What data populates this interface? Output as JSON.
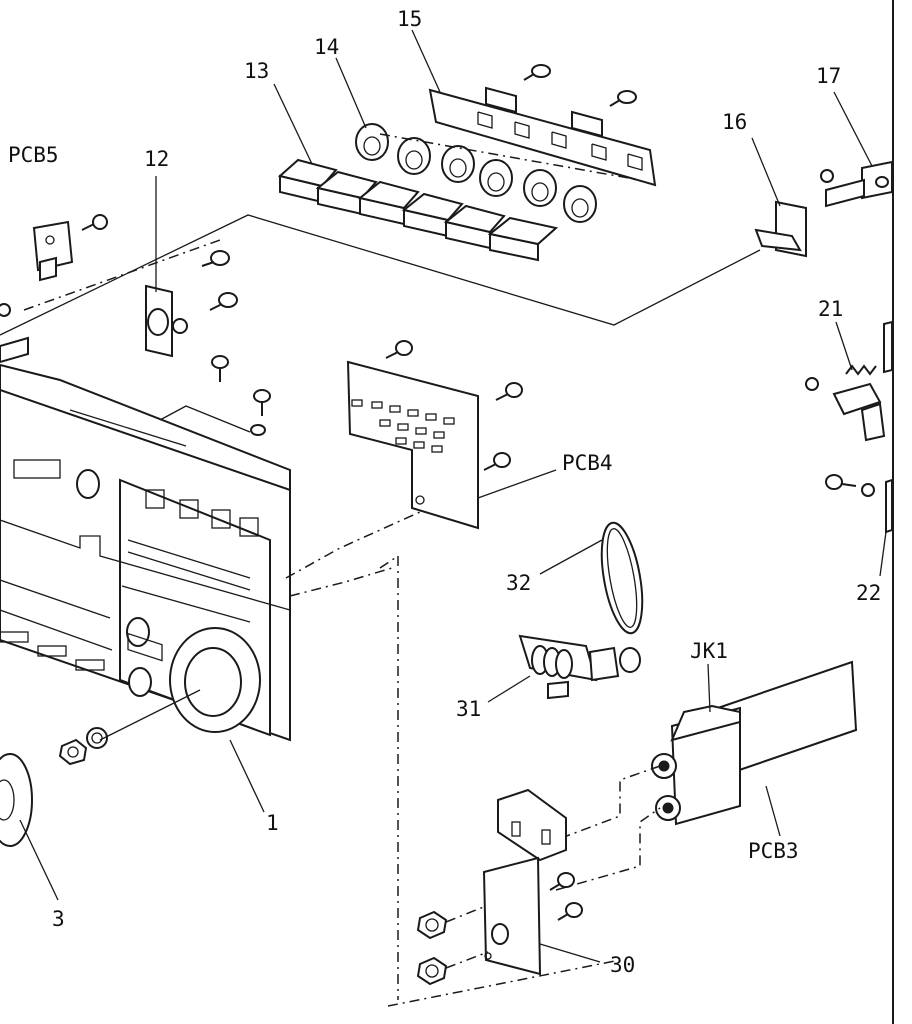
{
  "labels": {
    "l1": "1",
    "l3": "3",
    "l12": "12",
    "l13": "13",
    "l14": "14",
    "l15": "15",
    "l16": "16",
    "l17": "17",
    "l21": "21",
    "l22": "22",
    "l30": "30",
    "l31": "31",
    "l32": "32",
    "pcb3": "PCB3",
    "pcb4": "PCB4",
    "pcb5": "PCB5",
    "jk1": "JK1"
  }
}
